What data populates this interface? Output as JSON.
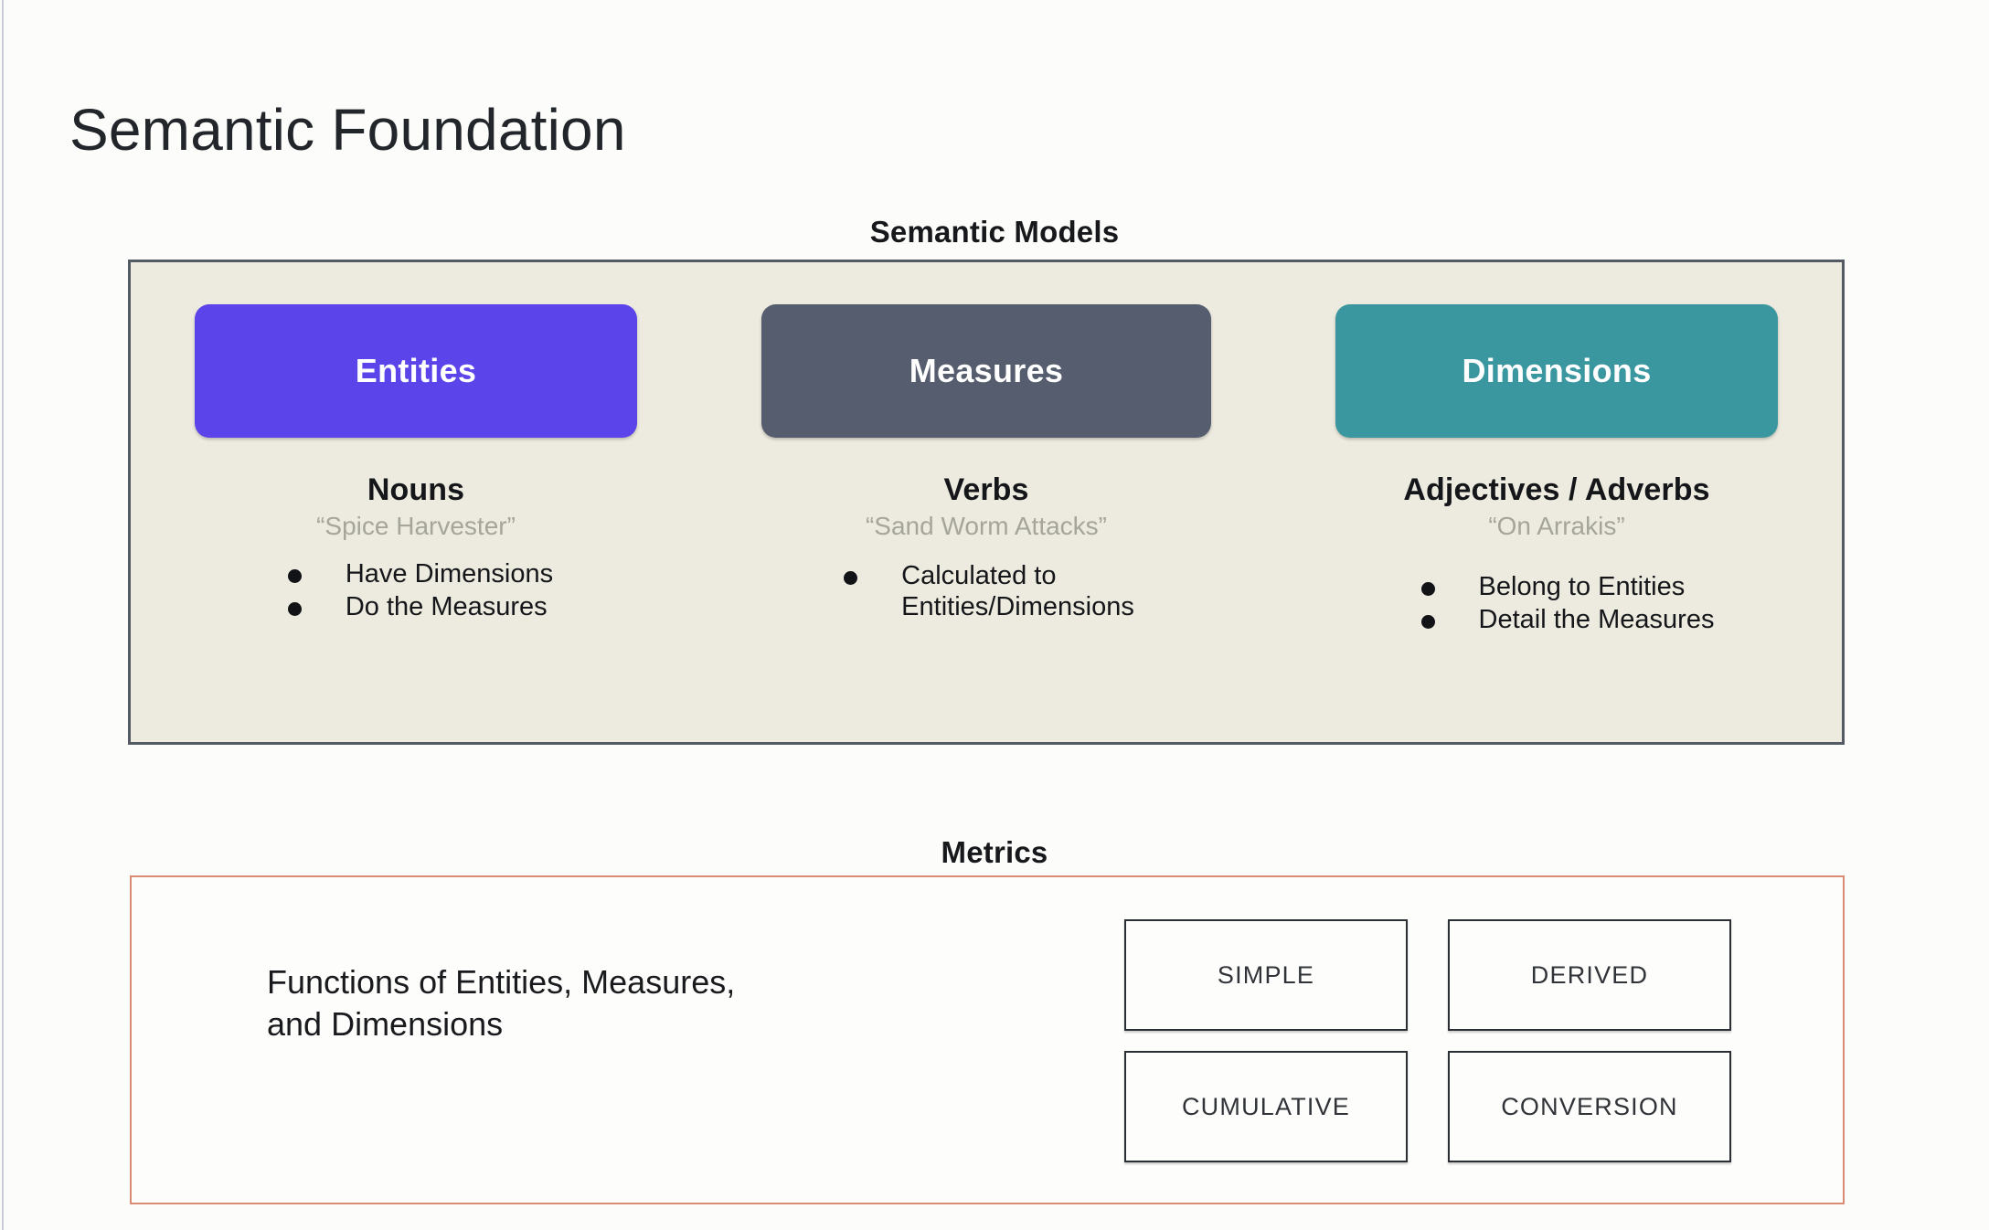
{
  "page": {
    "title": "Semantic Foundation",
    "background_color": "#fcfdfa"
  },
  "semantic_models": {
    "caption": "Semantic Models",
    "panel_bg": "#edebdf",
    "panel_border": "#545a63",
    "columns": [
      {
        "chip_label": "Entities",
        "chip_color": "#5b44ea",
        "heading": "Nouns",
        "example": "“Spice Harvester”",
        "bullets": [
          "Have Dimensions",
          "Do the Measures"
        ]
      },
      {
        "chip_label": "Measures",
        "chip_color": "#555d6e",
        "heading": "Verbs",
        "example": "“Sand Worm Attacks”",
        "bullets": [
          "Calculated to\nEntities/Dimensions"
        ]
      },
      {
        "chip_label": "Dimensions",
        "chip_color": "#3a97a0",
        "heading": "Adjectives / Adverbs",
        "example": "“On Arrakis”",
        "bullets": [
          "Belong to Entities",
          "Detail the Measures"
        ]
      }
    ]
  },
  "metrics": {
    "caption": "Metrics",
    "panel_border": "#d98c73",
    "description": "Functions of Entities, Measures,\nand Dimensions",
    "types": [
      "SIMPLE",
      "DERIVED",
      "CUMULATIVE",
      "CONVERSION"
    ]
  }
}
